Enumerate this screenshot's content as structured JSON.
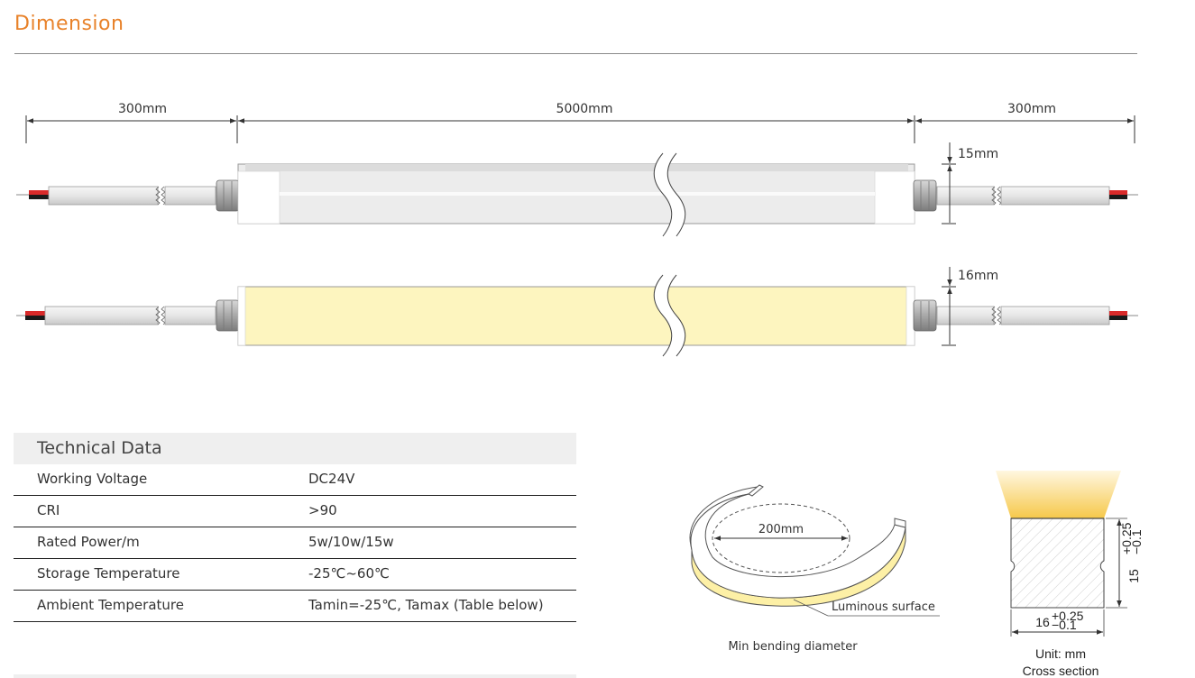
{
  "header": {
    "title": "Dimension"
  },
  "dimensions": {
    "lead_left": "300mm",
    "strip_length": "5000mm",
    "lead_right": "300mm",
    "height_top": "15mm",
    "height_bottom": "16mm"
  },
  "bending": {
    "diameter_label": "200mm",
    "luminous_label": "Luminous surface",
    "caption": "Min bending diameter"
  },
  "cross_section": {
    "height_value": "15",
    "height_tol_plus": "+0.25",
    "height_tol_minus": "−0.1",
    "width_value": "16",
    "width_tol_plus": "+0.25",
    "width_tol_minus": "−0.1",
    "unit": "Unit: mm",
    "caption": "Cross section"
  },
  "technical_data": {
    "heading": "Technical Data",
    "rows": [
      {
        "label": "Working Voltage",
        "value": "DC24V"
      },
      {
        "label": "CRI",
        "value": ">90"
      },
      {
        "label": "Rated Power/m",
        "value": "5w/10w/15w"
      },
      {
        "label": "Storage Temperature",
        "value": "-25℃~60℃"
      },
      {
        "label": "Ambient Temperature",
        "value": "Tamin=-25℃, Tamax (Table below)"
      }
    ]
  },
  "colors": {
    "accent": "#e8822a",
    "glow": "#fdf5bf",
    "cable": "#e4e4e4"
  }
}
